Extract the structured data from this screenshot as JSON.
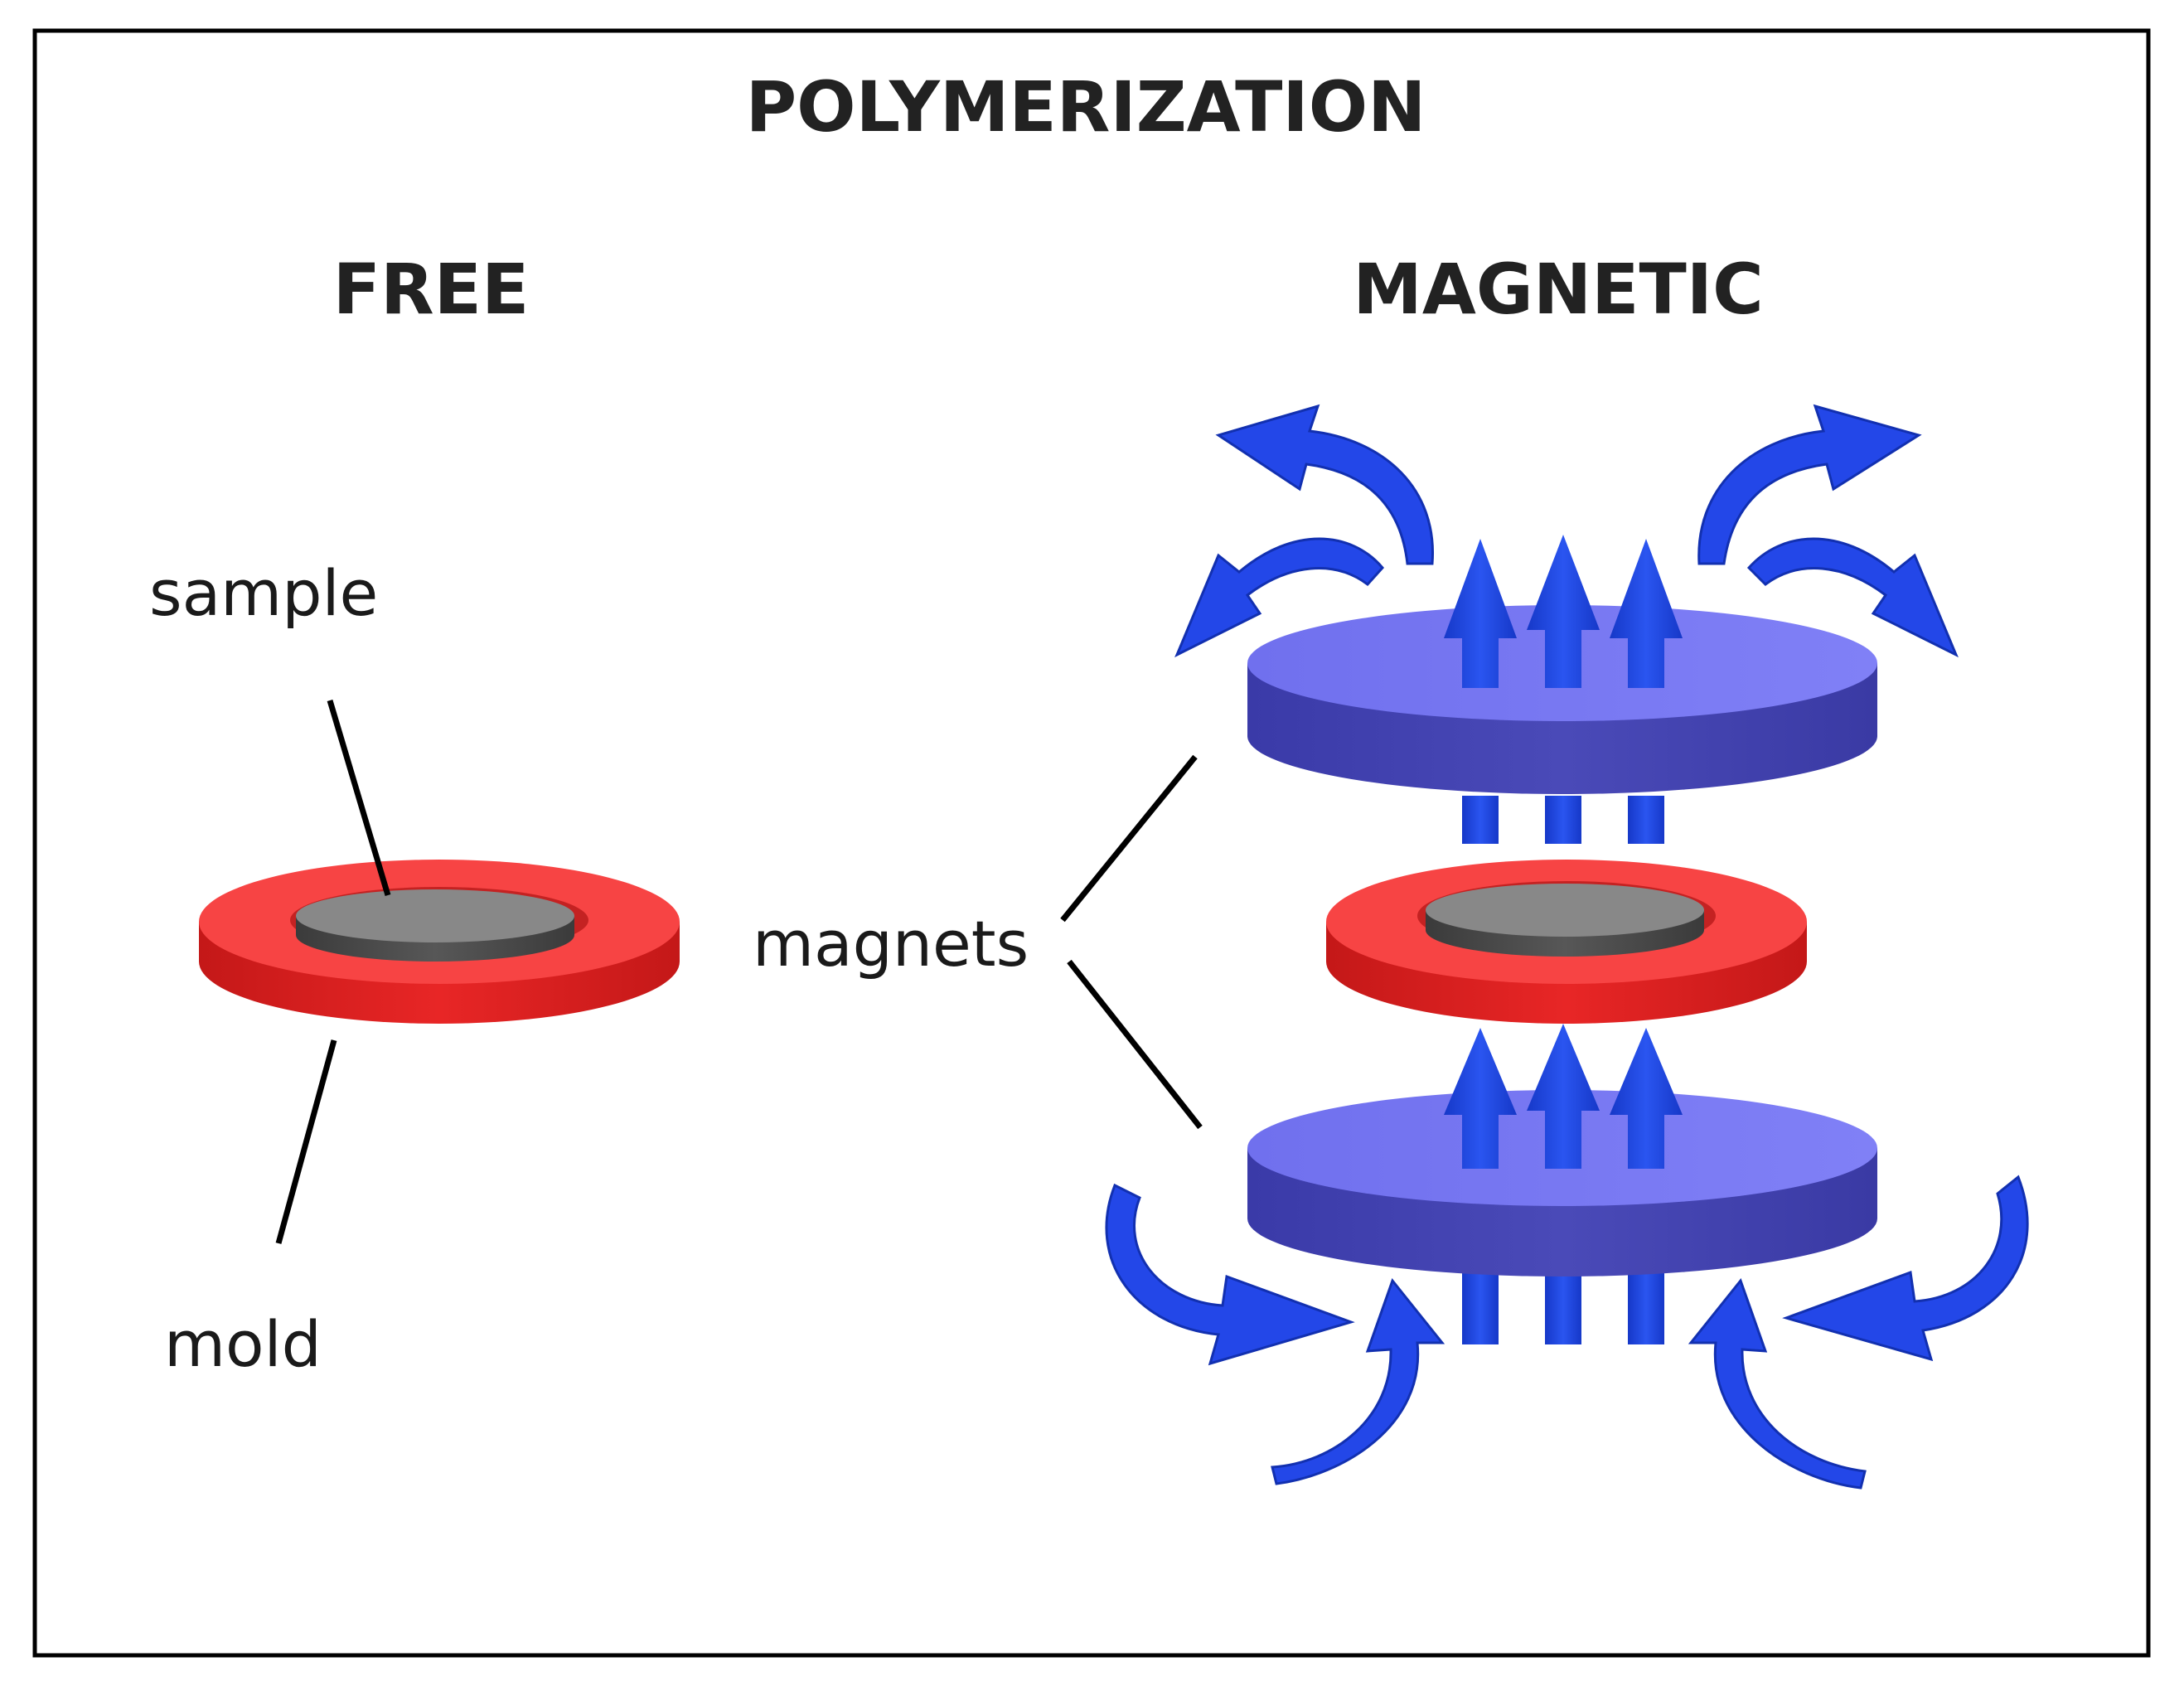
{
  "title": "POLYMERIZATION",
  "panels": {
    "free": {
      "heading": "FREE"
    },
    "magnetic": {
      "heading": "MAGNETIC"
    }
  },
  "labels": {
    "sample": "sample",
    "mold": "mold",
    "magnets": "magnets"
  },
  "colors": {
    "mold_red": "#f23c3c",
    "sample_gray": "#7a7a7a",
    "magnet_blue": "#5a5ad6",
    "arrow_blue": "#1f45e6",
    "line_black": "#000000"
  }
}
